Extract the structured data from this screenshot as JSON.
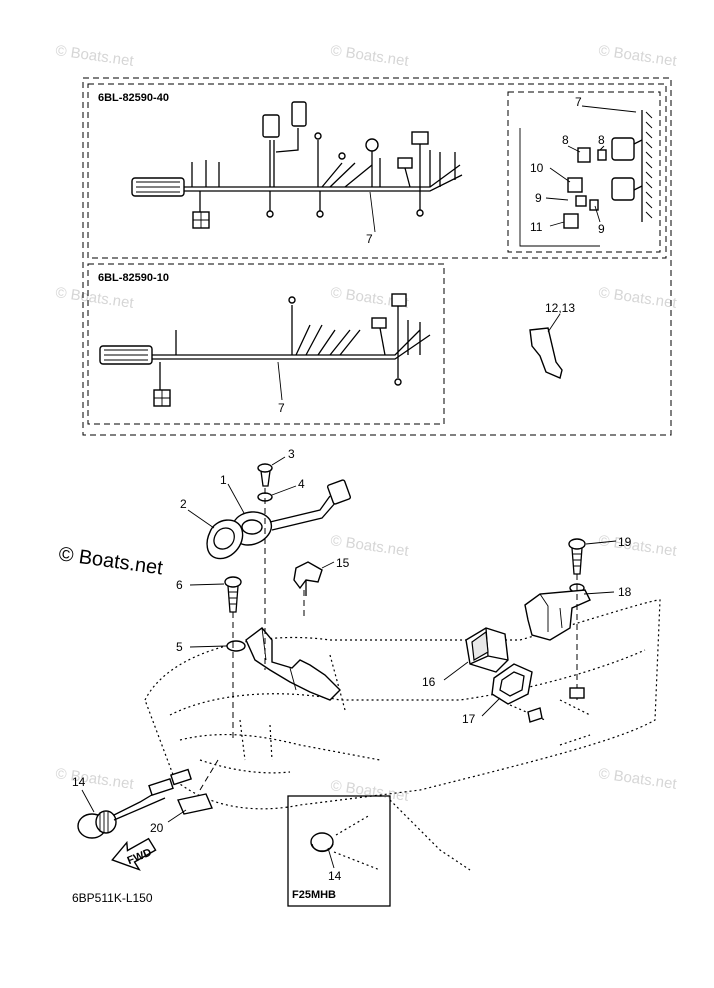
{
  "watermark": {
    "text": "© Boats.net",
    "main_text": "© Boats.net"
  },
  "groups": {
    "harness_40": "6BL-82590-40",
    "harness_10": "6BL-82590-10",
    "inset": "F25MHB"
  },
  "diagram_code": "6BP511K-L150",
  "fwd_arrow": "FWD",
  "callouts": {
    "p1": "1",
    "p2": "2",
    "p3": "3",
    "p4": "4",
    "p5": "5",
    "p6": "6",
    "p7a": "7",
    "p7b": "7",
    "p7c": "7",
    "p8a": "8",
    "p8b": "8",
    "p9a": "9",
    "p9b": "9",
    "p10": "10",
    "p11": "11",
    "p12_13": "12,13",
    "p14a": "14",
    "p14b": "14",
    "p15": "15",
    "p16": "16",
    "p17": "17",
    "p18": "18",
    "p19": "19",
    "p20": "20"
  }
}
